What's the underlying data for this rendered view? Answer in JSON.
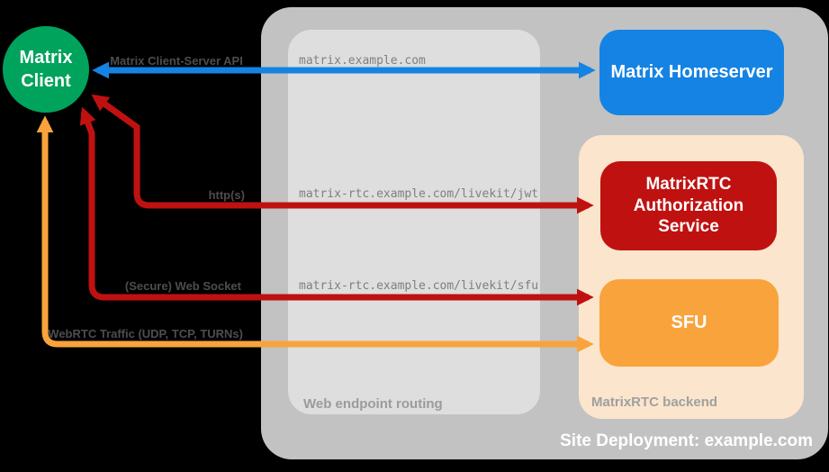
{
  "client": {
    "label": "Matrix Client"
  },
  "nodes": {
    "homeserver": {
      "label": "Matrix Homeserver",
      "color": "#1583e3"
    },
    "auth": {
      "label": "MatrixRTC Authorization Service",
      "color": "#c01111"
    },
    "sfu": {
      "label": "SFU",
      "color": "#f9a33c"
    }
  },
  "panels": {
    "site": {
      "caption": "Site Deployment: example.com",
      "color": "#c2c2c2"
    },
    "routing": {
      "caption": "Web endpoint routing",
      "color": "#dedede"
    },
    "backend": {
      "caption": "MatrixRTC backend",
      "color": "#fbe5cc"
    }
  },
  "connections": [
    {
      "label": "Matrix Client-Server API",
      "endpoint": "matrix.example.com",
      "from": "Matrix Client",
      "to": "Matrix Homeserver",
      "color": "#1583e3"
    },
    {
      "label": "http(s)",
      "endpoint": "matrix-rtc.example.com/livekit/jwt",
      "from": "Matrix Client",
      "to": "MatrixRTC Authorization Service",
      "color": "#c01111"
    },
    {
      "label": "(Secure) Web Socket",
      "endpoint": "matrix-rtc.example.com/livekit/sfu",
      "from": "Matrix Client",
      "to": "SFU",
      "color": "#c01111"
    },
    {
      "label": "WebRTC Traffic (UDP, TCP, TURNs)",
      "endpoint": "",
      "from": "Matrix Client",
      "to": "SFU",
      "color": "#f9a33c"
    }
  ],
  "colors": {
    "client_green": "#00a35c",
    "homeserver_blue": "#1583e3",
    "rtc_red": "#c01111",
    "sfu_orange": "#f9a33c",
    "site_panel_gray": "#c2c2c2",
    "routing_panel_gray": "#dedede",
    "backend_panel_peach": "#fbe5cc",
    "background": "#000000"
  }
}
